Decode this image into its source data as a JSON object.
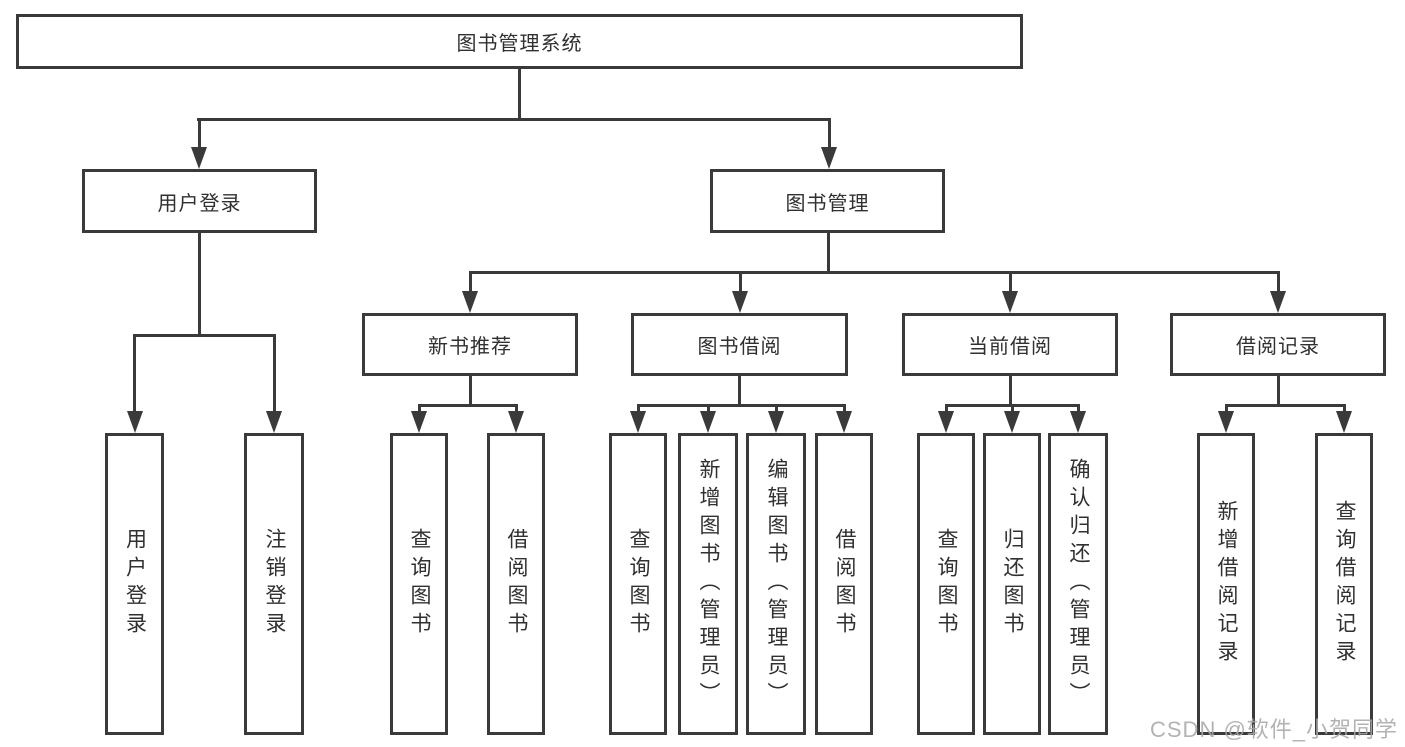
{
  "colors": {
    "background": "#ffffff",
    "box_border": "#3a3a3a",
    "connector_line": "#3a3a3a",
    "text": "#303030",
    "watermark": "#a8a8a8"
  },
  "watermark": {
    "text": "CSDN @软件_小贺同学"
  },
  "diagram": {
    "root": {
      "label": "图书管理系统",
      "children": [
        {
          "label": "用户登录",
          "children": [
            {
              "label": "用户登录"
            },
            {
              "label": "注销登录"
            }
          ]
        },
        {
          "label": "图书管理",
          "children": [
            {
              "label": "新书推荐",
              "children": [
                {
                  "label": "查询图书"
                },
                {
                  "label": "借阅图书"
                }
              ]
            },
            {
              "label": "图书借阅",
              "children": [
                {
                  "label": "查询图书"
                },
                {
                  "label": "新增图书（管理员）"
                },
                {
                  "label": "编辑图书（管理员）"
                },
                {
                  "label": "借阅图书"
                }
              ]
            },
            {
              "label": "当前借阅",
              "children": [
                {
                  "label": "查询图书"
                },
                {
                  "label": "归还图书"
                },
                {
                  "label": "确认归还（管理员）"
                }
              ]
            },
            {
              "label": "借阅记录",
              "children": [
                {
                  "label": "新增借阅记录"
                },
                {
                  "label": "查询借阅记录"
                }
              ]
            }
          ]
        }
      ]
    }
  }
}
